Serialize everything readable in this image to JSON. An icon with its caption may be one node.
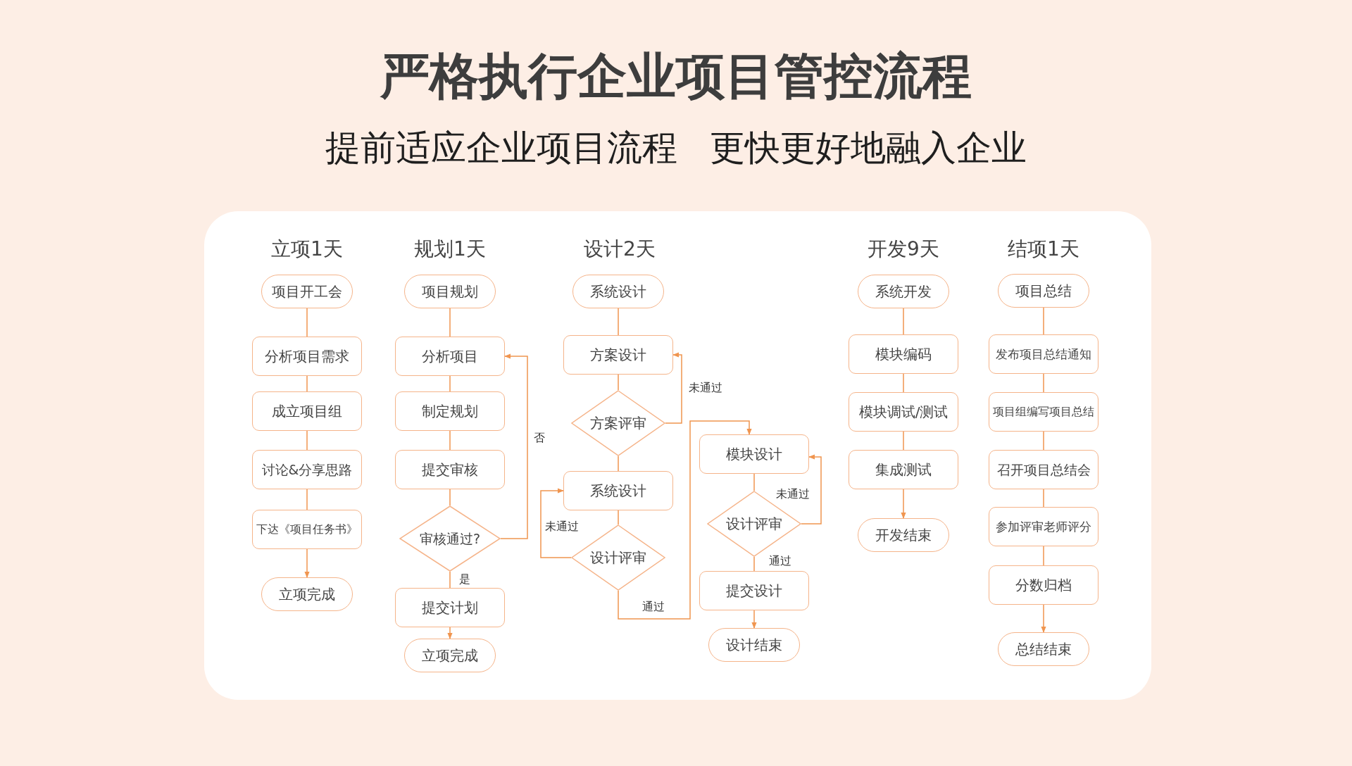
{
  "diagram": {
    "title": "严格执行企业**项目管控流程**",
    "nodes": [
      {
        "text": [
          "项目开工会"
        ]
      },
      {
        "text": [
          "分析项目需求"
        ]
      },
      {
        "text": [
          "成立项目组"
        ]
      },
      {
        "text": [
          "讨论&分享思路"
        ]
      },
      {
        "text": [
          "下达《项目任务书》"
        ]
      },
      {
        "text": [
          "立项完成"
        ]
      },
      {
        "text": [
          "项目规划"
        ]
      },
      {
        "text": [
          "分析项目"
        ]
      },
      {
        "text": [
          "制定规划"
        ]
      },
      {
        "text": [
          "提交审核"
        ]
      },
      {
        "text": [
          "审核通过?"
        ]
      },
      {
        "text": [
          "提交计划"
        ]
      },
      {
        "text": [
          "立项完成"
        ]
      },
      {
        "text": [
          "系统设计"
        ]
      },
      {
        "text": [
          "方案设计"
        ]
      },
      {
        "text": [
          "方案评审"
        ]
      },
      {
        "text": [
          "系统设计"
        ]
      },
      {
        "text": [
          "设计评审"
        ]
      },
      {
        "text": [
          "模块设计"
        ]
      },
      {
        "text": [
          "设计评审"
        ]
      },
      {
        "text": [
          "提交设计"
        ]
      },
      {
        "text": [
          "设计结束"
        ]
      },
      {
        "text": [
          "系统开发"
        ]
      },
      {
        "text": [
          "模块编码"
        ]
      },
      {
        "text": [
          "模块调试/测试"
        ]
      },
      {
        "text": [
          "集成测试"
        ]
      },
      {
        "text": [
          "开发结束"
        ]
      },
      {
        "text": [
          "项目总结"
        ]
      },
      {
        "text": [
          "发布项目总结通知"
        ]
      },
      {
        "text": [
          "项目组编写项目总结"
        ]
      },
      {
        "text": [
          "召开项目总结会"
        ]
      },
      {
        "text": [
          "参加评审老师评分"
        ]
      },
      {
        "text": [
          "分数归档"
        ]
      },
      {
        "text": [
          "总结结束"
        ]
      }
    ],
    "edges": [
      {
        "from": 0,
        "to": 1,
        "arrow": "none"
      },
      {
        "from": 1,
        "to": 2,
        "arrow": "none"
      },
      {
        "from": 2,
        "to": 3,
        "arrow": "none"
      },
      {
        "from": 3,
        "to": 4,
        "arrow": "none"
      },
      {
        "from": 4,
        "to": 5,
        "arrow": "to"
      },
      {
        "from": 6,
        "to": 7,
        "arrow": "none"
      },
      {
        "from": 7,
        "to": 8,
        "arrow": "none"
      },
      {
        "from": 8,
        "to": 9,
        "arrow": "none"
      },
      {
        "from": 9,
        "to": 10,
        "arrow": "none"
      },
      {
        "from": 10,
        "to": 11,
        "arrow": "none",
        "label": "是"
      },
      {
        "from": 10,
        "to": 7,
        "arrow": "to",
        "label": "否"
      },
      {
        "from": 11,
        "to": 12,
        "arrow": "to"
      },
      {
        "from": 13,
        "to": 14,
        "arrow": "none"
      },
      {
        "from": 14,
        "to": 15,
        "arrow": "none"
      },
      {
        "from": 15,
        "to": 14,
        "arrow": "to",
        "label": "未通过"
      },
      {
        "from": 15,
        "to": 16,
        "arrow": "none"
      },
      {
        "from": 16,
        "to": 17,
        "arrow": "none"
      },
      {
        "from": 17,
        "to": 16,
        "arrow": "to",
        "label": "未通过"
      },
      {
        "from": 17,
        "to": 18,
        "arrow": "to",
        "label": "通过"
      },
      {
        "from": 18,
        "to": 19,
        "arrow": "none"
      },
      {
        "from": 19,
        "to": 18,
        "arrow": "to",
        "label": "未通过"
      },
      {
        "from": 19,
        "to": 20,
        "arrow": "none",
        "label": "通过"
      },
      {
        "from": 20,
        "to": 21,
        "arrow": "to"
      },
      {
        "from": 22,
        "to": 23,
        "arrow": "none"
      },
      {
        "from": 23,
        "to": 24,
        "arrow": "none"
      },
      {
        "from": 24,
        "to": 25,
        "arrow": "none"
      },
      {
        "from": 25,
        "to": 26,
        "arrow": "to"
      },
      {
        "from": 27,
        "to": 28,
        "arrow": "none"
      },
      {
        "from": 28,
        "to": 29,
        "arrow": "none"
      },
      {
        "from": 29,
        "to": 30,
        "arrow": "none"
      },
      {
        "from": 30,
        "to": 31,
        "arrow": "none"
      },
      {
        "from": 31,
        "to": 32,
        "arrow": "none"
      },
      {
        "from": 32,
        "to": 33,
        "arrow": "to"
      }
    ],
    "labels": [
      "提前适应企业项目流程 更快更好地融入企业",
      "立项1天",
      "规划1天",
      "设计2天",
      "开发9天",
      "结项1天"
    ]
  }
}
